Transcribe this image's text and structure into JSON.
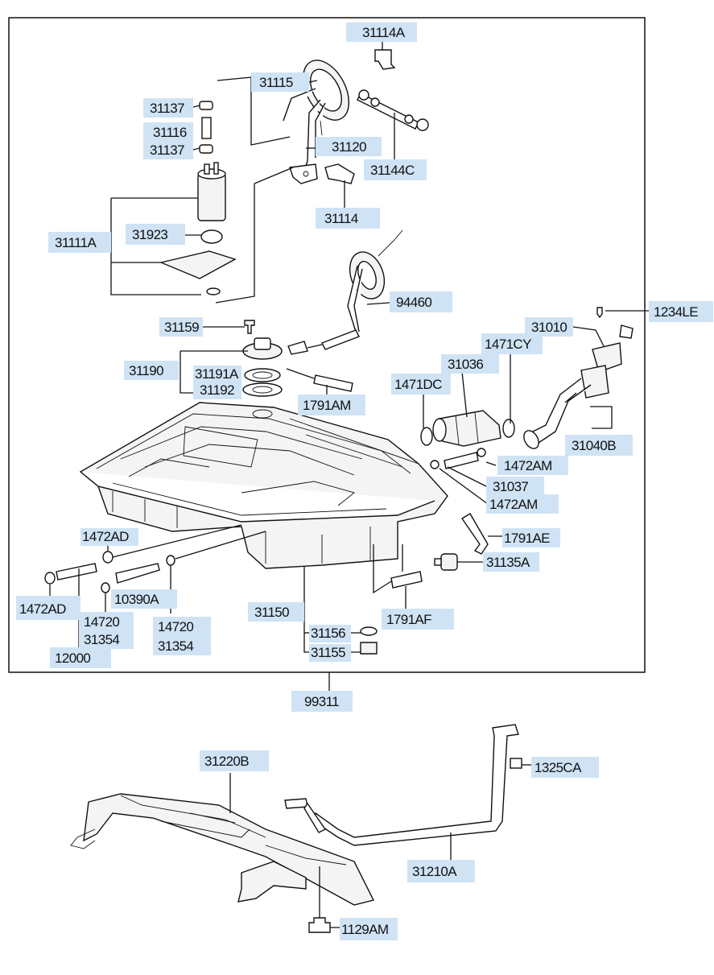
{
  "diagram": {
    "frame_label": "99311",
    "part_labels": {
      "p31114A": "31114A",
      "p31115": "31115",
      "p31137a": "31137",
      "p31116": "31116",
      "p31137b": "31137",
      "p31120": "31120",
      "p31144C": "31144C",
      "p31114": "31114",
      "p31111A": "31111A",
      "p31923": "31923",
      "p94460": "94460",
      "p1234LE": "1234LE",
      "p31010": "31010",
      "p31159": "31159",
      "p1471CY": "1471CY",
      "p31190": "31190",
      "p31191A": "31191A",
      "p31036": "31036",
      "p31192": "31192",
      "p1471DC": "1471DC",
      "p1791AM": "1791AM",
      "p31040B": "31040B",
      "p1472AMa": "1472AM",
      "p31037": "31037",
      "p1472AMb": "1472AM",
      "p1472ADa": "1472AD",
      "p1791AE": "1791AE",
      "p31135A": "31135A",
      "p10390A": "10390A",
      "p1472ADb": "1472AD",
      "p14720a": "14720",
      "p14720b": "14720",
      "p31354a": "31354",
      "p31354b": "31354",
      "p31150": "31150",
      "p1791AF": "1791AF",
      "p31156": "31156",
      "p31155": "31155",
      "p12000": "12000",
      "p31220B": "31220B",
      "p1325CA": "1325CA",
      "p31210A": "31210A",
      "p1129AM": "1129AM"
    }
  }
}
